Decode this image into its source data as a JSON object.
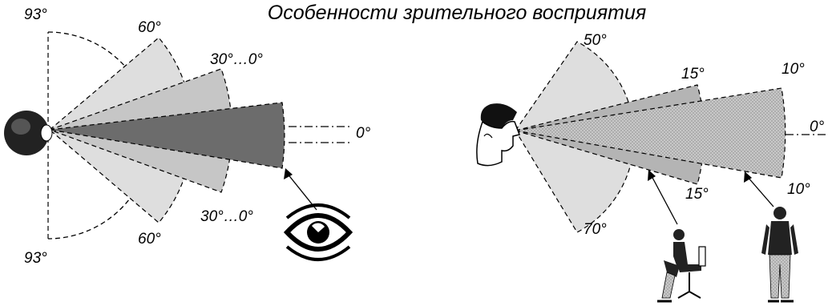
{
  "title": "Особенности зрительного восприятия",
  "colors": {
    "sector_light": "#dedede",
    "sector_mid": "#c6c6c6",
    "sector_dark": "#6c6c6c",
    "sector_right_mid": "#b4b4b4",
    "stroke": "#000000"
  },
  "left_panel": {
    "top_labels": {
      "a93": "93°",
      "a60": "60°",
      "a30": "30°…0°"
    },
    "bottom_labels": {
      "a93": "93°",
      "a60": "60°",
      "a30": "30°…0°"
    },
    "axis_label": "0°"
  },
  "right_panel": {
    "upper_labels": {
      "a50": "50°",
      "a15": "15°",
      "a10": "10°"
    },
    "lower_labels": {
      "a70": "70°",
      "a15": "15°",
      "a10": "10°"
    },
    "axis_label": "0°"
  }
}
